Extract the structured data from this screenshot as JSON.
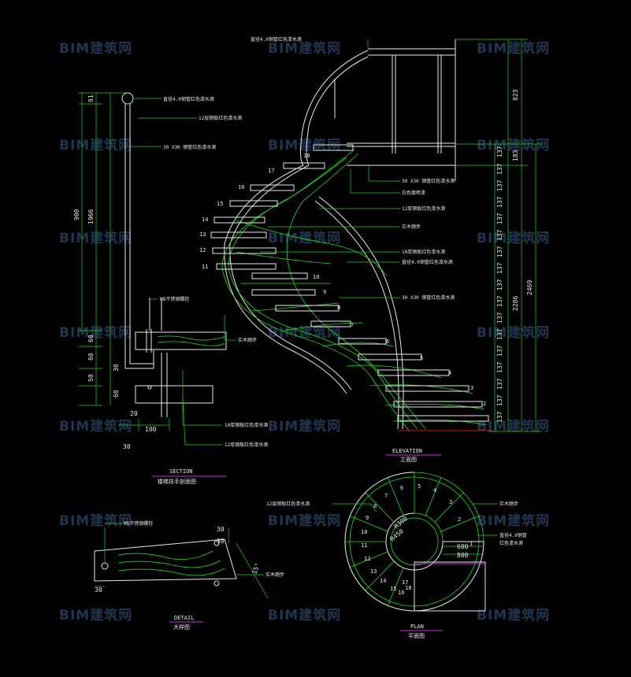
{
  "watermark": {
    "text": "BIM建筑网"
  },
  "section": {
    "title": "SECTION",
    "subtitle": "楼梯扶手剖面图",
    "left_dims": [
      "91",
      "900",
      "1966",
      "60",
      "60",
      "50",
      "60"
    ],
    "bottom_dims": [
      "20",
      "100",
      "30"
    ],
    "small_dim": "30",
    "notes": [
      "直径4.0钢管红色漆水滴",
      "12层钢板红色漆水滴",
      "30 X30 钢管红色漆水滴",
      "M8不锈钢螺栓",
      "实木踏步",
      "10厚钢板红色漆水滴",
      "12厚钢板红色漆水滴"
    ]
  },
  "elevation": {
    "title": "ELEVATION",
    "subtitle": "立面图",
    "top_note": "直径4.0钢管红色漆水滴",
    "step_numbers": [
      "2",
      "3",
      "4",
      "5",
      "6",
      "7",
      "8",
      "9",
      "10",
      "11",
      "12",
      "13",
      "14",
      "15",
      "16",
      "17",
      "18"
    ],
    "right_dims": [
      "137",
      "137",
      "137",
      "137",
      "137",
      "137",
      "137",
      "137",
      "137",
      "137",
      "137",
      "137",
      "137",
      "137",
      "137",
      "137",
      "137",
      "137"
    ],
    "overall_dims": [
      "823",
      "183",
      "2286",
      "2469"
    ],
    "notes": [
      "30 X30 钢管红色漆水滴",
      "白色面喷漆",
      "12厚钢板红色漆水滴",
      "实木踏步",
      "10厚钢板红色漆水滴",
      "直径4.0钢管红色漆水滴",
      "30 X30 钢管红色漆水滴"
    ]
  },
  "detail": {
    "title": "DETAIL",
    "subtitle": "大样图",
    "dims": [
      "30",
      "30",
      "15°",
      "30"
    ],
    "notes": [
      "M8不锈钢螺栓",
      "实木踏步"
    ]
  },
  "plan": {
    "title": "PLAN",
    "subtitle": "平面图",
    "step_numbers": [
      "1",
      "2",
      "3",
      "4",
      "5",
      "6",
      "7",
      "8",
      "9",
      "10",
      "11",
      "12",
      "13",
      "14",
      "15",
      "16",
      "17",
      "18"
    ],
    "radii": [
      "R300",
      "R450"
    ],
    "dims": [
      "600",
      "800"
    ],
    "notes": [
      "12层钢板红色漆水滴",
      "实木踏步",
      "直径4.0钢管",
      "红色漆水滴"
    ]
  }
}
